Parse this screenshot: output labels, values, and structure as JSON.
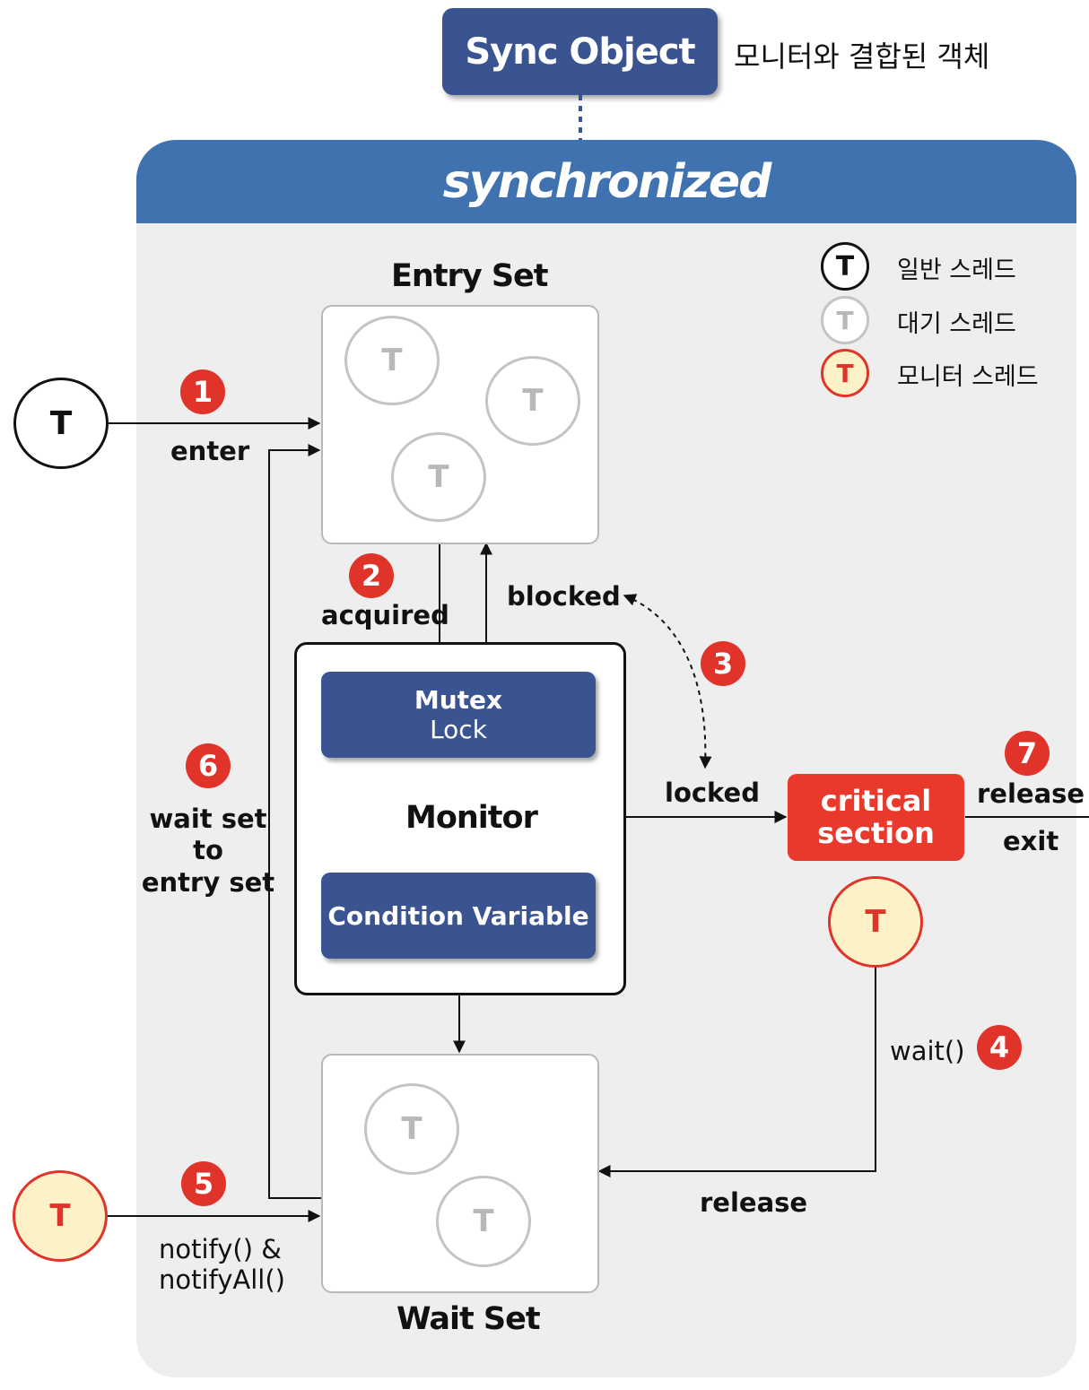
{
  "sync_object": {
    "label": "Sync Object",
    "caption": "모니터와 결합된 객체"
  },
  "header": {
    "title": "synchronized"
  },
  "legend": [
    {
      "symbol": "T",
      "label": "일반 스레드",
      "kind": "normal"
    },
    {
      "symbol": "T",
      "label": "대기 스레드",
      "kind": "waiting"
    },
    {
      "symbol": "T",
      "label": "모니터 스레드",
      "kind": "monitor"
    }
  ],
  "entry_set": {
    "title": "Entry Set",
    "threads": [
      "T",
      "T",
      "T"
    ]
  },
  "wait_set": {
    "title": "Wait Set",
    "threads": [
      "T",
      "T"
    ]
  },
  "monitor": {
    "title": "Monitor",
    "mutex_line1": "Mutex",
    "mutex_line2": "Lock",
    "condition_variable": "Condition Variable"
  },
  "critical_section": {
    "line1": "critical",
    "line2": "section",
    "thread": "T"
  },
  "incoming_thread": "T",
  "notifier_thread": "T",
  "steps": [
    {
      "num": "1",
      "label": "enter"
    },
    {
      "num": "2",
      "label": "acquired"
    },
    {
      "num": "3",
      "label_a": "blocked",
      "label_b": "locked"
    },
    {
      "num": "4",
      "label": "wait()"
    },
    {
      "num": "5",
      "label_line1": "notify()  &",
      "label_line2": "notifyAll()"
    },
    {
      "num": "6",
      "label_line1": "wait set",
      "label_line2": "to",
      "label_line3": "entry set"
    },
    {
      "num": "7",
      "label_a": "release",
      "label_b": "exit"
    }
  ],
  "wait_release_label": "release",
  "colors": {
    "accent_blue": "#3a5391",
    "header_blue": "#3f72ae",
    "red": "#e0342a",
    "monitor_thread_fill": "#fdf1c7"
  }
}
